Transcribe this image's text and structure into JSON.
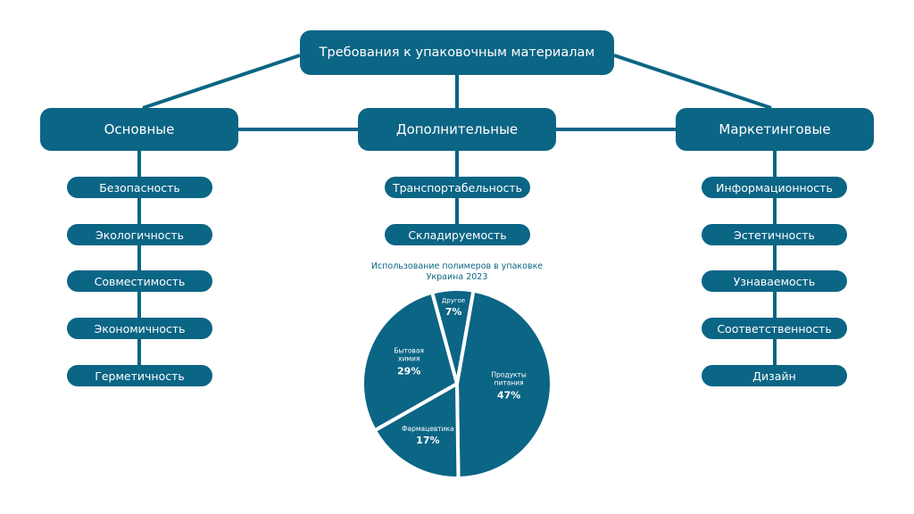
{
  "root": {
    "label": "Требования к упаковочным материалам"
  },
  "categories": [
    {
      "label": "Основные",
      "items": [
        "Безопасность",
        "Экологичность",
        "Совместимость",
        "Экономичность",
        "Герметичность"
      ]
    },
    {
      "label": "Дополнительные",
      "items": [
        "Транспортабельность",
        "Складируемость"
      ]
    },
    {
      "label": "Маркетинговые",
      "items": [
        "Информационность",
        "Эстетичность",
        "Узнаваемость",
        "Соответственность",
        "Дизайн"
      ]
    }
  ],
  "colors": {
    "primary": "#0b6585",
    "background": "#ffffff"
  },
  "chart_data": {
    "type": "pie",
    "title": "Использование полимеров в упаковке",
    "subtitle": "Украина 2023",
    "slices": [
      {
        "label": "Продукты питания",
        "value": 47,
        "display": "47%"
      },
      {
        "label": "Фармацевтика",
        "value": 17,
        "display": "17%"
      },
      {
        "label": "Бытовая химия",
        "value": 29,
        "display": "29%"
      },
      {
        "label": "Другое",
        "value": 7,
        "display": "7%"
      }
    ]
  }
}
